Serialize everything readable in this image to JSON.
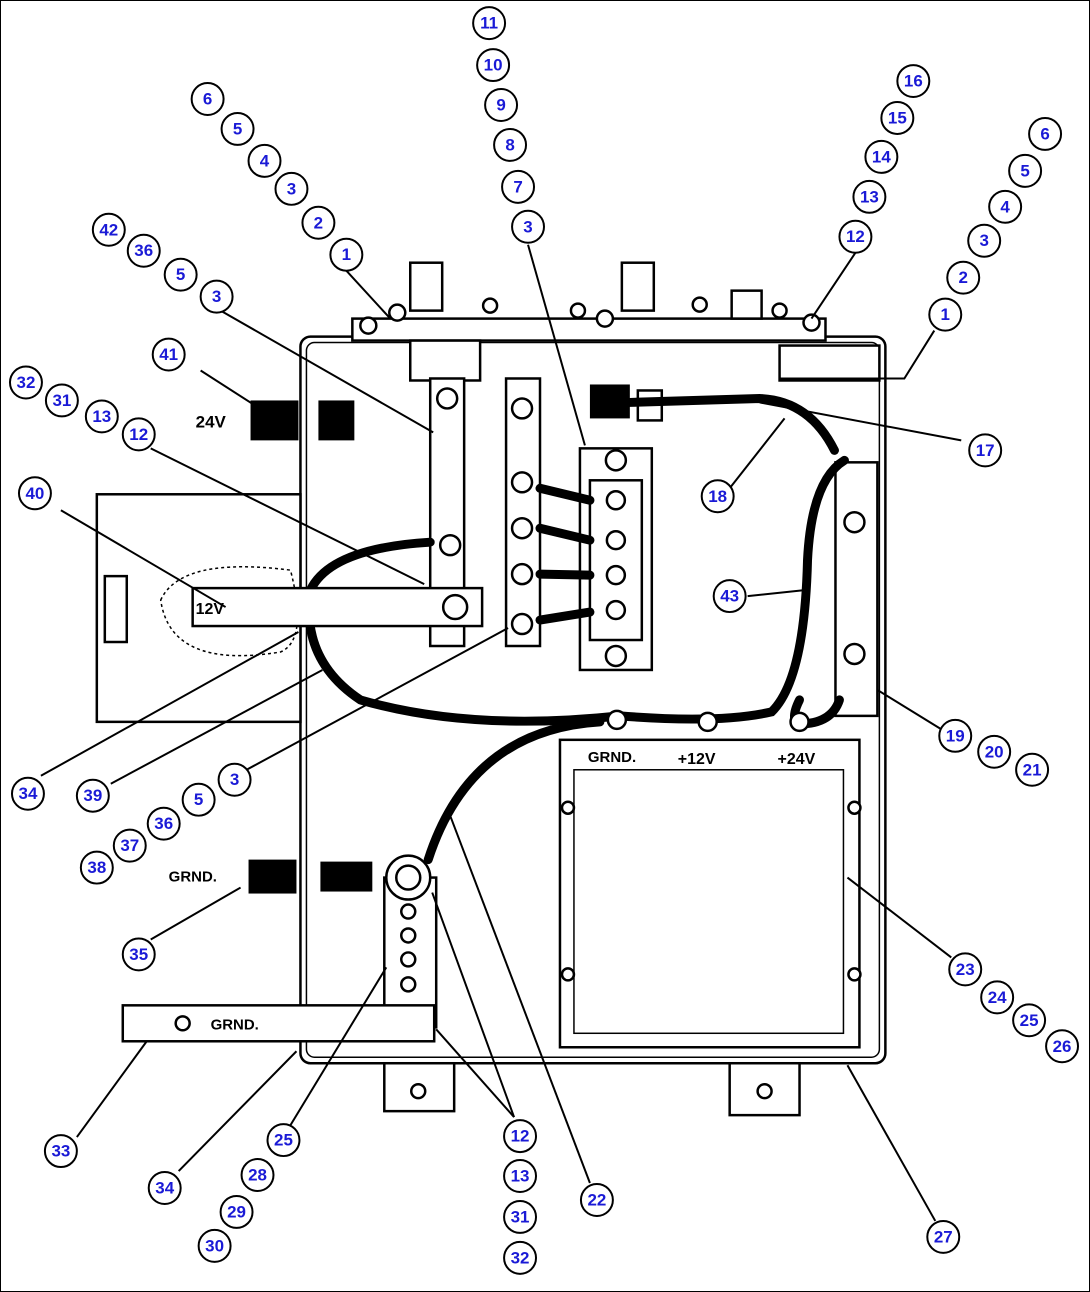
{
  "labels": {
    "v24": "24V",
    "v12": "12V",
    "grnd_left": "GRND.",
    "grnd_bar": "GRND.",
    "converter_grnd": "GRND.",
    "converter_12v": "+12V",
    "converter_24v": "+24V"
  },
  "callouts": [
    "11",
    "10",
    "9",
    "8",
    "7",
    "3",
    "6",
    "5",
    "4",
    "3",
    "2",
    "1",
    "42",
    "36",
    "5",
    "3",
    "16",
    "15",
    "14",
    "13",
    "12",
    "6",
    "5",
    "4",
    "3",
    "2",
    "1",
    "41",
    "32",
    "31",
    "13",
    "12",
    "17",
    "18",
    "40",
    "43",
    "19",
    "20",
    "21",
    "34",
    "39",
    "3",
    "5",
    "36",
    "37",
    "38",
    "35",
    "23",
    "24",
    "25",
    "26",
    "33",
    "34",
    "25",
    "28",
    "29",
    "30",
    "12",
    "13",
    "31",
    "32",
    "22",
    "27"
  ],
  "colors": {
    "callout_text": "#1a1ad6",
    "line": "#000000",
    "background": "#ffffff"
  }
}
